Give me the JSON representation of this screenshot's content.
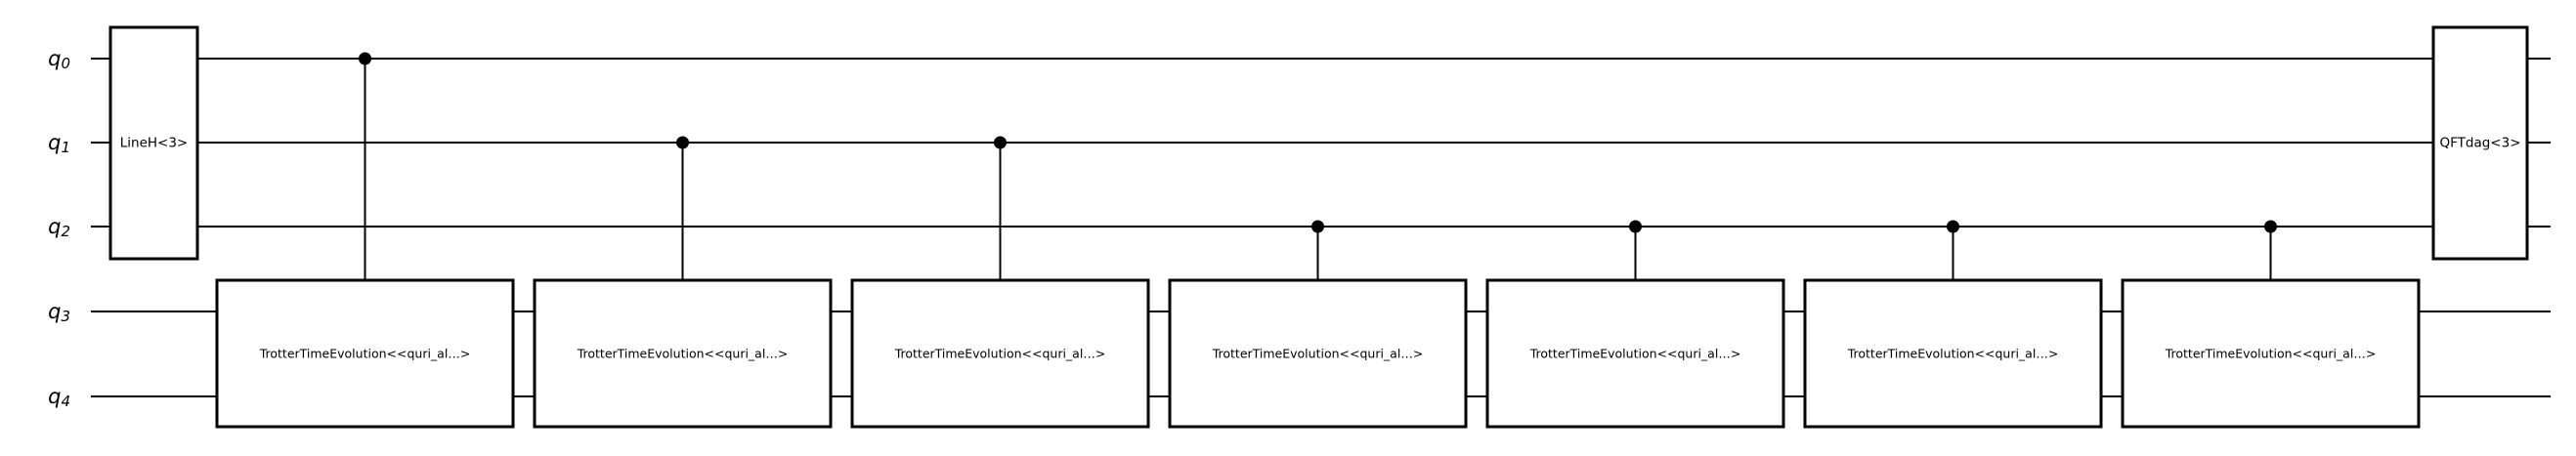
{
  "figure": {
    "kind": "quantum-circuit-diagram",
    "colors": {
      "background": "#ffffff",
      "wire": "#000000",
      "gate_border": "#000000",
      "gate_fill": "#ffffff",
      "control_dot": "#000000",
      "text": "#000000"
    }
  },
  "circuit": {
    "qubits": [
      {
        "name": "q0",
        "label_base": "q",
        "label_sub": "0"
      },
      {
        "name": "q1",
        "label_base": "q",
        "label_sub": "1"
      },
      {
        "name": "q2",
        "label_base": "q",
        "label_sub": "2"
      },
      {
        "name": "q3",
        "label_base": "q",
        "label_sub": "3"
      },
      {
        "name": "q4",
        "label_base": "q",
        "label_sub": "4"
      }
    ],
    "gates": {
      "left_box": {
        "label": "LineH<3>",
        "qubit_span": [
          0,
          2
        ]
      },
      "right_box": {
        "label": "QFTdag<3>",
        "qubit_span": [
          0,
          2
        ]
      },
      "trotter_label": "TrotterTimeEvolution<<quri_al…>",
      "trotter_boxes": [
        {
          "control_qubit": 0,
          "target_qubits": [
            3,
            4
          ]
        },
        {
          "control_qubit": 1,
          "target_qubits": [
            3,
            4
          ]
        },
        {
          "control_qubit": 1,
          "target_qubits": [
            3,
            4
          ]
        },
        {
          "control_qubit": 2,
          "target_qubits": [
            3,
            4
          ]
        },
        {
          "control_qubit": 2,
          "target_qubits": [
            3,
            4
          ]
        },
        {
          "control_qubit": 2,
          "target_qubits": [
            3,
            4
          ]
        },
        {
          "control_qubit": 2,
          "target_qubits": [
            3,
            4
          ]
        }
      ]
    }
  }
}
